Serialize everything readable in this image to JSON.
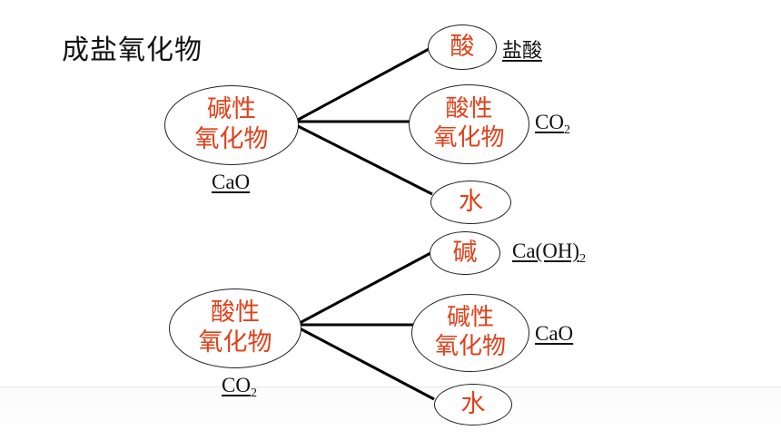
{
  "title": "成盐氧化物",
  "top": {
    "source": {
      "line1": "碱性",
      "line2": "氧化物",
      "example": "CaO"
    },
    "targets": [
      {
        "label": "酸",
        "note": "盐酸"
      },
      {
        "line1": "酸性",
        "line2": "氧化物",
        "note_main": "CO",
        "note_sub": "2"
      },
      {
        "label": "水"
      }
    ]
  },
  "bottom": {
    "source": {
      "line1": "酸性",
      "line2": "氧化物",
      "example_main": "CO",
      "example_sub": "2"
    },
    "targets": [
      {
        "label": "碱",
        "note_main": "Ca(OH)",
        "note_sub": "2"
      },
      {
        "line1": "碱性",
        "line2": "氧化物",
        "note": "CaO"
      },
      {
        "label": "水"
      }
    ]
  },
  "colors": {
    "ellipse_text": "#e0401a",
    "line": "#000000"
  }
}
